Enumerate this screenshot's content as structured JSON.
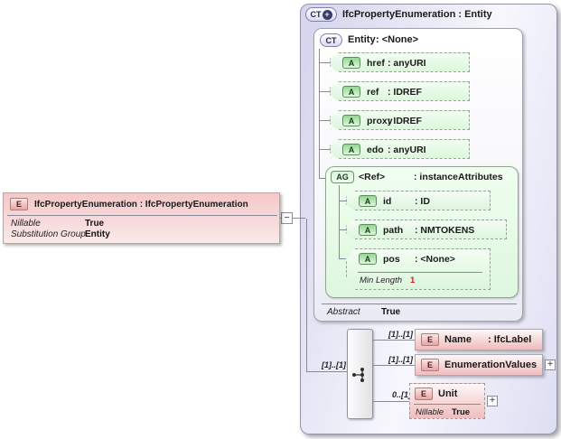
{
  "element_box": {
    "icon": "E",
    "title": "IfcPropertyEnumeration : IfcPropertyEnumeration",
    "rows": [
      {
        "label": "Nillable",
        "value": "True"
      },
      {
        "label": "Substitution Group",
        "value": "Entity"
      }
    ]
  },
  "connector": {
    "collapse_glyph": "−",
    "expand_glyph": "+",
    "plus_badge": "+"
  },
  "panel": {
    "icon": "CT",
    "title": "IfcPropertyEnumeration : Entity",
    "base": {
      "icon": "CT",
      "name": "Entity",
      "type": ": <None>",
      "attributes": [
        {
          "icon": "A",
          "name": "href",
          "type": ": anyURI"
        },
        {
          "icon": "A",
          "name": "ref",
          "type": ": IDREF"
        },
        {
          "icon": "A",
          "name": "proxy",
          "type": ": IDREF"
        },
        {
          "icon": "A",
          "name": "edo",
          "type": ": anyURI"
        }
      ],
      "group": {
        "icon": "AG",
        "name": "<Ref>",
        "type": ": instanceAttributes",
        "attributes": [
          {
            "icon": "A",
            "name": "id",
            "type": ": ID"
          },
          {
            "icon": "A",
            "name": "path",
            "type": ": NMTOKENS"
          },
          {
            "icon": "A",
            "name": "pos",
            "type": ": <None>",
            "facet_label": "Min Length",
            "facet_value": "1"
          }
        ]
      },
      "footer_label": "Abstract",
      "footer_value": "True"
    },
    "content": {
      "cardinality": "[1]..[1]",
      "children": [
        {
          "icon": "E",
          "cardinality": "[1]..[1]",
          "name": "Name",
          "type": ": IfcLabel"
        },
        {
          "icon": "E",
          "cardinality": "[1]..[1]",
          "name": "EnumerationValues"
        },
        {
          "icon": "E",
          "cardinality": "0..[1]",
          "name": "Unit",
          "rows": [
            {
              "label": "Nillable",
              "value": "True"
            }
          ]
        }
      ]
    }
  },
  "colors": {
    "panel_bg": "#dedef3",
    "attr_green": "#dcf6dc",
    "element_pink": "#f2c4c4",
    "facet_red": "#c81e1e"
  }
}
